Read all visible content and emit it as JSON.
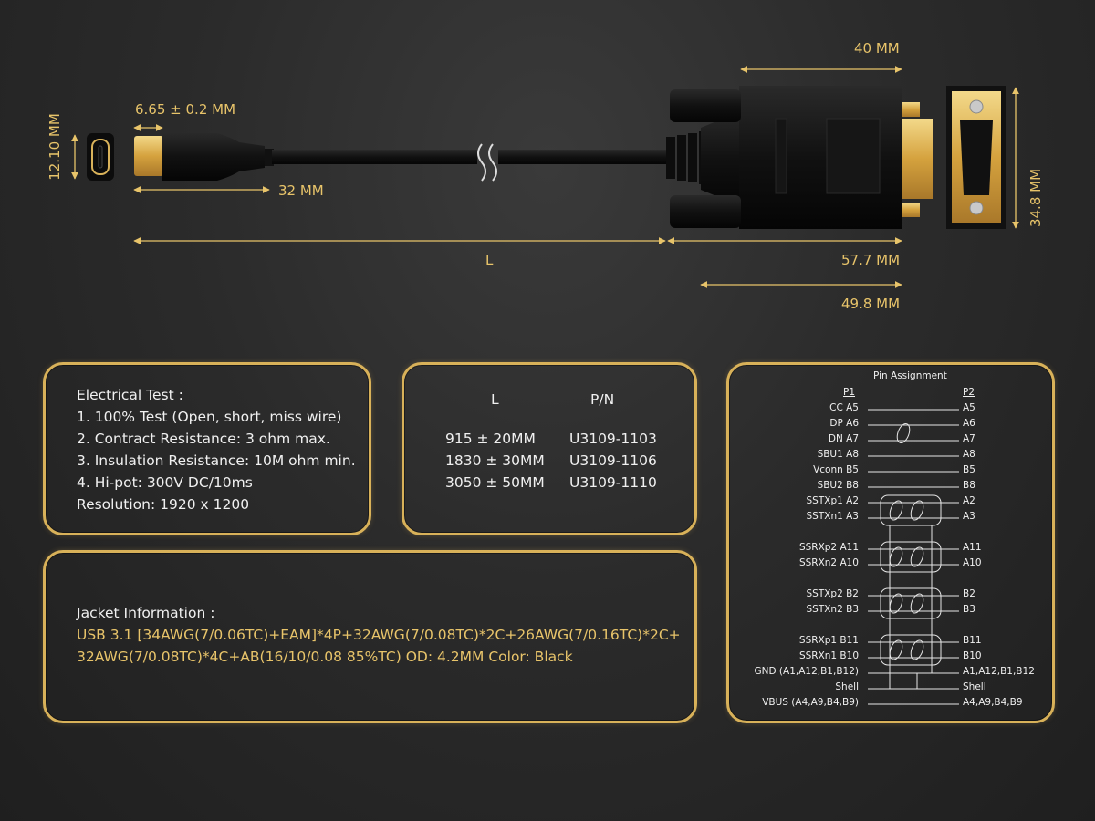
{
  "dimensions": {
    "width_40": "40 MM",
    "tip_width": "6.65 ± 0.2 MM",
    "typec_height": "12.10 MM",
    "plug_length": "32 MM",
    "vga_height": "34.8 MM",
    "length_label": "L",
    "vga_length": "57.7 MM",
    "vga_body": "49.8 MM"
  },
  "electrical_test": {
    "title": "Electrical Test :",
    "items": [
      "1. 100% Test (Open, short, miss wire)",
      "2. Contract Resistance: 3 ohm max.",
      "3. Insulation Resistance: 10M ohm min.",
      "4. Hi-pot: 300V DC/10ms",
      "Resolution: 1920 x 1200"
    ]
  },
  "part_numbers": {
    "col_length": "L",
    "col_pn": "P/N",
    "rows": [
      {
        "length": "915 ± 20MM",
        "pn": "U3109-1103"
      },
      {
        "length": "1830 ± 30MM",
        "pn": "U3109-1106"
      },
      {
        "length": "3050 ± 50MM",
        "pn": "U3109-1110"
      }
    ]
  },
  "jacket": {
    "title": "Jacket Information :",
    "line1": "USB 3.1 [34AWG(7/0.06TC)+EAM]*4P+32AWG(7/0.08TC)*2C+26AWG(7/0.16TC)*2C+",
    "line2": "32AWG(7/0.08TC)*4C+AB(16/10/0.08 85%TC) OD: 4.2MM Color: Black"
  },
  "pin_assignment": {
    "title": "Pin Assignment",
    "p1": "P1",
    "p2": "P2",
    "rows": [
      {
        "left": "CC  A5",
        "right": "A5"
      },
      {
        "left": "DP  A6",
        "right": "A6"
      },
      {
        "left": "DN  A7",
        "right": "A7"
      },
      {
        "left": "SBU1  A8",
        "right": "A8"
      },
      {
        "left": "Vconn  B5",
        "right": "B5"
      },
      {
        "left": "SBU2  B8",
        "right": "B8"
      },
      {
        "left": "SSTXp1  A2",
        "right": "A2"
      },
      {
        "left": "SSTXn1  A3",
        "right": "A3"
      },
      {
        "left": "SSRXp2  A11",
        "right": "A11"
      },
      {
        "left": "SSRXn2  A10",
        "right": "A10"
      },
      {
        "left": "SSTXp2  B2",
        "right": "B2"
      },
      {
        "left": "SSTXn2  B3",
        "right": "B3"
      },
      {
        "left": "SSRXp1  B11",
        "right": "B11"
      },
      {
        "left": "SSRXn1  B10",
        "right": "B10"
      },
      {
        "left": "GND  (A1,A12,B1,B12)",
        "right": "A1,A12,B1,B12"
      },
      {
        "left": "Shell",
        "right": "Shell"
      },
      {
        "left": "VBUS  (A4,A9,B4,B9)",
        "right": "A4,A9,B4,B9"
      }
    ]
  },
  "colors": {
    "accent_gold": "#e8c46a",
    "border_gold": "#d8b159",
    "cable_black": "#141414",
    "background": "#2b2b2b"
  }
}
